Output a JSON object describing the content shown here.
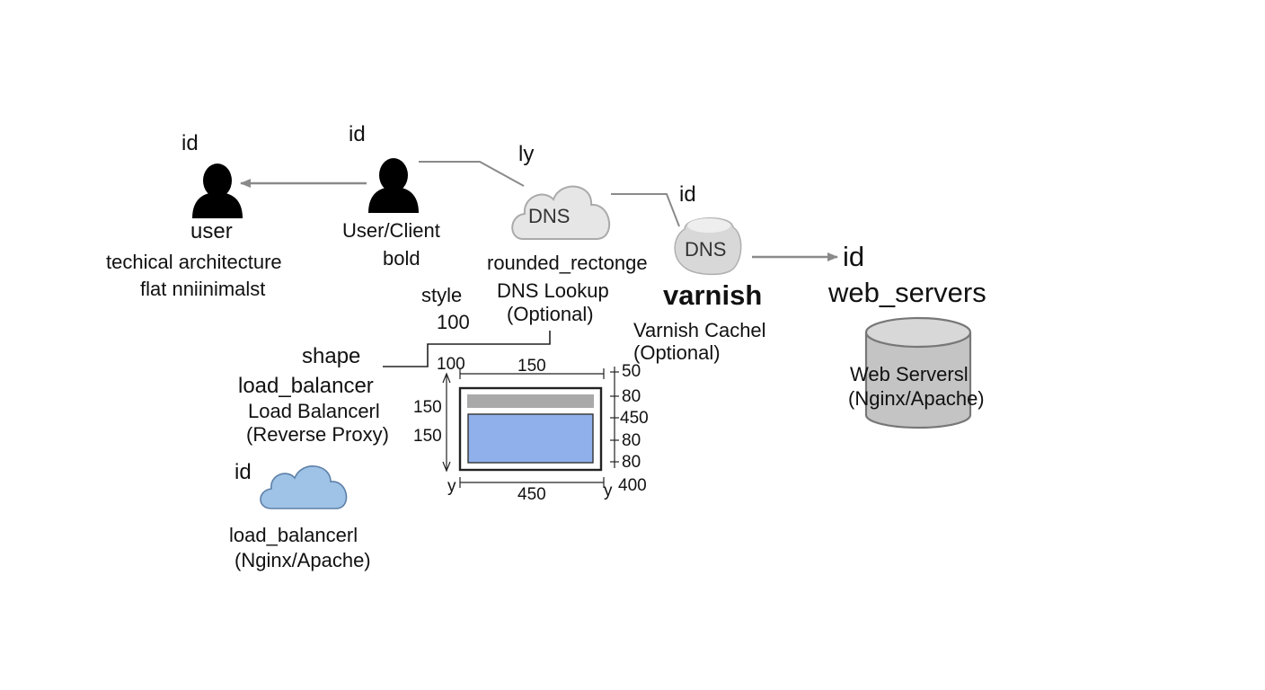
{
  "user_node": {
    "id_label": "id",
    "name": "user",
    "caption_line1": "techical architecture",
    "caption_line2": "flat nniinimalst"
  },
  "client_node": {
    "id_label": "id",
    "name_line1": "User/Client",
    "name_line2": "bold"
  },
  "dns_cloud": {
    "tag": "ly",
    "icon_text": "DNS",
    "shape_label": "rounded_rectonge",
    "caption_line1": "DNS Lookup",
    "caption_line2": "(Optional)"
  },
  "style_note": {
    "label": "style",
    "value": "100"
  },
  "varnish_node": {
    "id_label": "id",
    "icon_text": "DNS",
    "name": "varnish",
    "caption_line1": "Varnish Cachel",
    "caption_line2": "(Optional)"
  },
  "web_servers_node": {
    "id_label": "id",
    "name": "web_servers",
    "caption_line1": "Web Serversl",
    "caption_line2": "(Nginx/Apache)"
  },
  "load_balancer_node": {
    "shape_label": "shape",
    "name": "load_balancer",
    "caption_line1": "Load Balancerl",
    "caption_line2": "(Reverse Proxy)"
  },
  "lb_cloud_node": {
    "id_label": "id",
    "name": "load_balancerl",
    "caption": "(Nginx/Apache)"
  },
  "layout_spec": {
    "top_left": "100",
    "top_width": "150",
    "left_dim_1": "150",
    "left_dim_2": "150",
    "right_dims": [
      "50",
      "80",
      "450",
      "80",
      "80"
    ],
    "bottom_left": "y",
    "bottom_width": "450",
    "bottom_right_y": "y",
    "bottom_right_val": "400"
  },
  "colors": {
    "ink": "#111111",
    "connector": "#8a8a8a",
    "cloud_fill": "#e6e6e6",
    "blue_cloud_fill": "#9ec3e6",
    "panel_blue": "#8fb0ea",
    "panel_bar": "#a9a9a9",
    "cylinder_fill": "#c4c4c4"
  }
}
